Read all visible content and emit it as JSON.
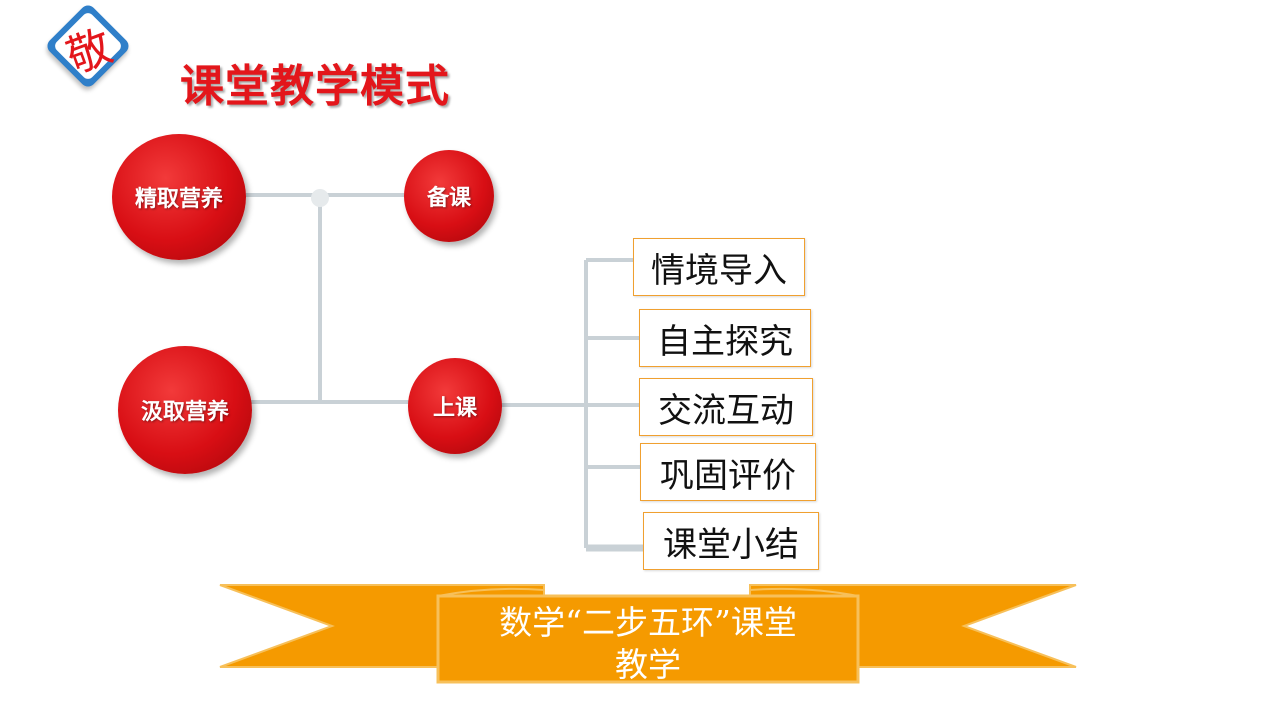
{
  "logo": {
    "char": "敬",
    "icon": "diamond-badge"
  },
  "title": "课堂教学模式",
  "colors": {
    "red": "#e3161b",
    "banner": "#f59a00",
    "connector": "#c9d1d6",
    "step_border": "#f0a030"
  },
  "nodes": {
    "jingqu": "精取营养",
    "jiqu": "汲取营养",
    "beike": "备课",
    "shangke": "上课"
  },
  "steps": [
    "情境导入",
    "自主探究",
    "交流互动",
    "巩固评价",
    "课堂小结"
  ],
  "banner": {
    "line1": "数学“二步五环”课堂",
    "line2": "教学"
  }
}
